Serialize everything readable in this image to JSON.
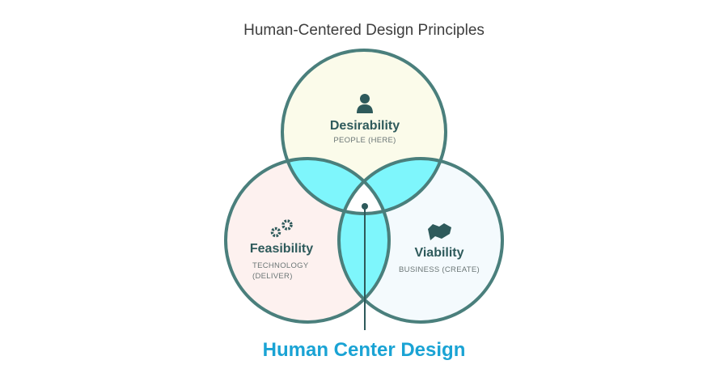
{
  "title": "Human-Centered Design Principles",
  "circles": [
    {
      "name": "Desirability",
      "sub": "PEOPLE (HERE)",
      "icon": "person-icon"
    },
    {
      "name": "Feasibility",
      "sub1": "TECHNOLOGY",
      "sub2": "(DELIVER)",
      "icon": "gears-icon"
    },
    {
      "name": "Viability",
      "sub": "BUSINESS (CREATE)",
      "icon": "handshake-icon"
    }
  ],
  "center_label": "Human Center Design",
  "colors": {
    "stroke": "#4a7f7c",
    "overlap": "#7ef6fc",
    "desirability": "#fbfbea",
    "feasibility": "#fdf1ef",
    "viability": "#f4fafd",
    "accent": "#1aa3d4"
  }
}
